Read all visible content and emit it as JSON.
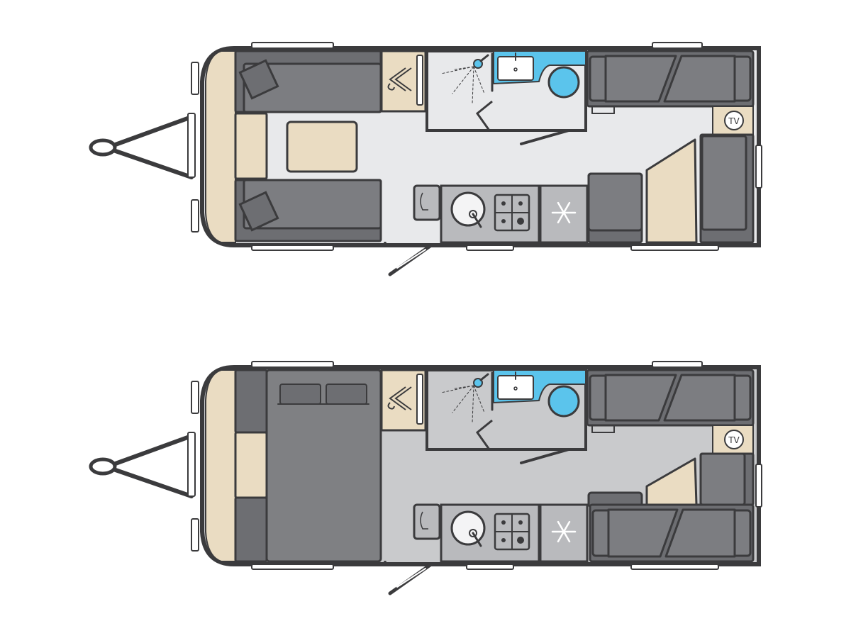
{
  "plans": [
    {
      "layout": "dinette-front",
      "floor_color": "#e8e9eb",
      "tv_label": "TV"
    },
    {
      "layout": "bed-front",
      "floor_color": "#c9cacc",
      "tv_label": "TV"
    }
  ],
  "colors": {
    "outline": "#3b3b3d",
    "upholstery": "#7c7d81",
    "upholstery_dark": "#6d6e72",
    "wood": "#eadcc2",
    "kitchen": "#b9babd",
    "washroom_blue": "#5bc4ec"
  }
}
